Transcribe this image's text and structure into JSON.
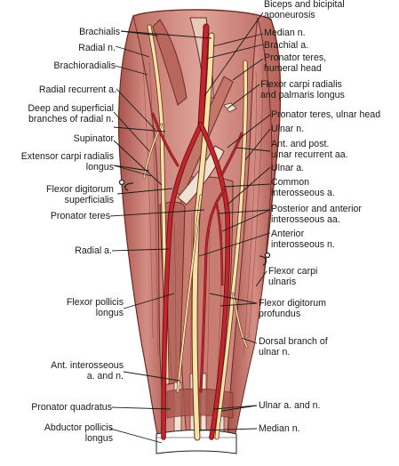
{
  "colors": {
    "muscle": "#c77a6f",
    "muscle_light": "#dca198",
    "muscle_dark": "#8f3f36",
    "artery": "#c0262c",
    "nerve": "#f4e6a7",
    "tendon": "#efe2d2",
    "line": "#222222"
  },
  "labels": {
    "brachialis": "Brachialis",
    "radial_n": "Radial n.",
    "brachioradialis": "Brachioradialis",
    "radial_recurrent_a": "Radial recurrent a.",
    "deep_superficial_radial_1": "Deep and superficial",
    "deep_superficial_radial_2": "branches of radial n.",
    "supinator": "Supinator",
    "ecrl_1": "Extensor carpi radialis",
    "ecrl_2": "longus",
    "fds_1": "Flexor digitorum",
    "fds_2": "superficialis",
    "pronator_teres": "Pronator teres",
    "radial_a": "Radial a.",
    "fpl_1": "Flexor pollicis",
    "fpl_2": "longus",
    "ant_interosseous_an_1": "Ant. interosseous",
    "ant_interosseous_an_2": "a. and n.",
    "pronator_quadratus": "Pronator quadratus",
    "apl_1": "Abductor pollicis",
    "apl_2": "longus",
    "biceps_1": "Biceps and bicipital",
    "biceps_2": "aponeurosis",
    "median_n_top": "Median n.",
    "brachial_a": "Brachial a.",
    "pt_humeral_1": "Pronator teres,",
    "pt_humeral_2": "humeral head",
    "fcr_pl_1": "Flexor carpi radialis",
    "fcr_pl_2": "and palmaris longus",
    "pt_ulnar_head": "Pronator teres, ulnar head",
    "ulnar_n": "Ulnar n.",
    "ulnar_recurrent_1": "Ant. and post.",
    "ulnar_recurrent_2": "ulnar recurrent aa.",
    "ulnar_a": "Ulnar a.",
    "common_interosseous_1": "Common",
    "common_interosseous_2": "interosseous a.",
    "post_ant_interosseous_1": "Posterior and anterior",
    "post_ant_interosseous_2": "interosseous aa.",
    "anterior_interosseous_n_1": "Anterior",
    "anterior_interosseous_n_2": "interosseous n.",
    "fcu_1": "Flexor carpi",
    "fcu_2": "ulnaris",
    "fdp_1": "Flexor digitorum",
    "fdp_2": "profundus",
    "dorsal_branch_1": "Dorsal branch of",
    "dorsal_branch_2": "ulnar n.",
    "ulnar_a_and_n": "Ulnar a. and n.",
    "median_n_bottom": "Median n."
  }
}
